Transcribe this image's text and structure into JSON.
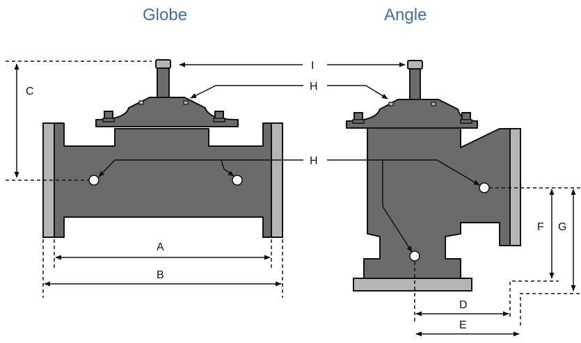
{
  "titles": {
    "globe": "Globe",
    "angle": "Angle"
  },
  "dimension_labels": {
    "A": "A",
    "B": "B",
    "C": "C",
    "D": "D",
    "E": "E",
    "F": "F",
    "G": "G",
    "H": "H",
    "I": "I"
  },
  "colors": {
    "title": "#3d6fb0",
    "valve_body": "#6b6b6b",
    "flange": "#b5b5b5",
    "outline": "#111111"
  }
}
